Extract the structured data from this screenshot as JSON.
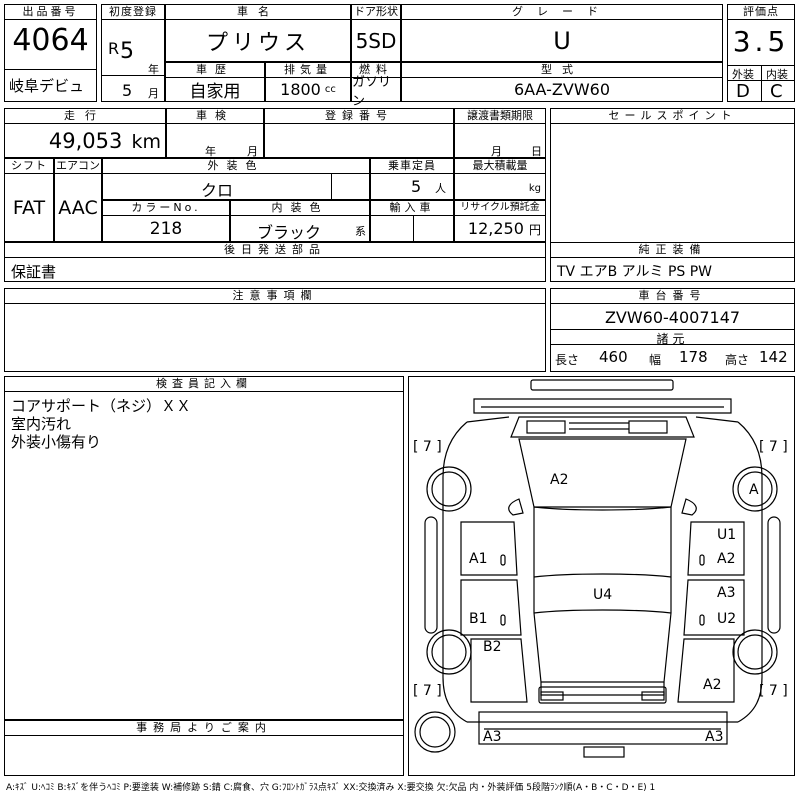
{
  "lot": {
    "label": "出品番号",
    "number": "4064",
    "auction": "岐阜デビュ"
  },
  "first_reg": {
    "label": "初度登録",
    "era": "R",
    "year": "5",
    "year_unit": "年",
    "month": "5",
    "month_unit": "月"
  },
  "car_name": {
    "label": "車名",
    "value": "プリウス"
  },
  "door": {
    "label": "ドア形状",
    "value": "5SD"
  },
  "grade": {
    "label": "グレード",
    "value": "U"
  },
  "score": {
    "label": "評価点",
    "value": "3.5",
    "ext_label": "外装",
    "int_label": "内装",
    "ext": "D",
    "int": "C"
  },
  "history": {
    "label": "車歴",
    "value": "自家用"
  },
  "displacement": {
    "label": "排気量",
    "value": "1800",
    "unit": "cc"
  },
  "fuel": {
    "label": "燃料",
    "value": "ガソリン"
  },
  "model": {
    "label": "型式",
    "value": "6AA-ZVW60"
  },
  "mileage": {
    "label": "走行",
    "value": "49,053",
    "unit": "km"
  },
  "inspection": {
    "label": "車検",
    "year_unit": "年",
    "month_unit": "月"
  },
  "reg_no": {
    "label": "登録番号"
  },
  "transfer": {
    "label": "譲渡書類期限",
    "month_unit": "月",
    "day_unit": "日"
  },
  "sales_point": {
    "label": "セールスポイント"
  },
  "shift": {
    "label": "シフト",
    "value": "FAT"
  },
  "aircon": {
    "label": "エアコン",
    "value": "AAC"
  },
  "ext_color": {
    "label": "外装色",
    "value": "クロ"
  },
  "capacity": {
    "label": "乗車定員",
    "value": "5",
    "unit": "人"
  },
  "max_load": {
    "label": "最大積載量",
    "unit": "kg"
  },
  "color_no": {
    "label": "カラーNo.",
    "value": "218"
  },
  "int_color": {
    "label": "内装色",
    "value": "ブラック",
    "suffix": "系"
  },
  "import": {
    "label": "輸入車"
  },
  "recycle": {
    "label": "リサイクル預託金",
    "value": "12,250",
    "unit": "円"
  },
  "later_parts": {
    "label": "後日発送部品",
    "value": "保証書"
  },
  "equipment": {
    "label": "純正装備",
    "value": "TV エアB アルミ PS PW"
  },
  "notes": {
    "label": "注意事項欄"
  },
  "chassis": {
    "label": "車台番号",
    "value": "ZVW60-4007147"
  },
  "dims": {
    "label": "諸元",
    "length_label": "長さ",
    "length": "460",
    "width_label": "幅",
    "width": "178",
    "height_label": "高さ",
    "height": "142"
  },
  "inspector": {
    "label": "検査員記入欄",
    "lines": [
      "コアサポート（ネジ）ＸＸ",
      "室内汚れ",
      "外装小傷有り"
    ]
  },
  "office": {
    "label": "事務局よりご案内"
  },
  "diagram": {
    "tire_tl": "[ 7 ]",
    "tire_tr": "[ 7 ]",
    "tire_bl": "[ 7 ]",
    "tire_br": "[ 7 ]",
    "marks": {
      "hood": "A2",
      "front_right_fender": "A",
      "a1": "A1",
      "u1": "U1",
      "a2_right": "A2",
      "roof": "U4",
      "b1": "B1",
      "a3_right": "A3",
      "u2": "U2",
      "b2": "B2",
      "rear_right": "A2",
      "rear_left": "A3",
      "rear_right_bumper": "A3"
    }
  },
  "legend": "A:ｷｽﾞ U:ﾍｺﾐ B:ｷｽﾞを伴うﾍｺﾐ P:要塗装 W:補修跡 S:錆 C:腐食、穴 G:ﾌﾛﾝﾄｶﾞﾗｽ点ｷｽﾞ XX:交換済み X:要交換 欠:欠品 内・外装評価 5段階ﾗﾝｸ順(A・B・C・D・E) 1"
}
